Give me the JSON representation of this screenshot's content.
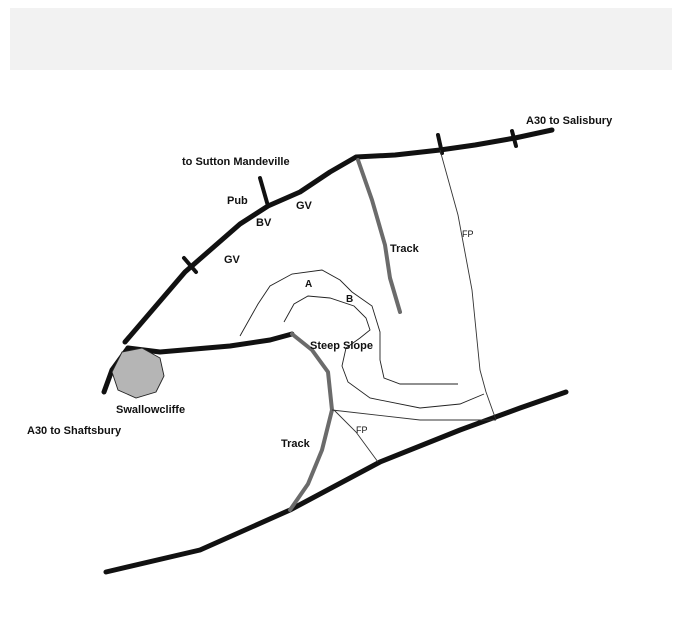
{
  "labels": {
    "salisbury": "A30 to Salisbury",
    "sutton": "to Sutton Mandeville",
    "pub": "Pub",
    "bv": "BV",
    "gv_upper": "GV",
    "gv_lower": "GV",
    "track_upper": "Track",
    "track_lower": "Track",
    "fp_upper": "FP",
    "fp_lower": "FP",
    "a": "A",
    "b": "B",
    "steep": "Steep Slope",
    "swallowcliffe": "Swallowcliffe",
    "shaftsbury": "A30 to Shaftsbury"
  },
  "colors": {
    "road": "#111111",
    "track": "#6b6b6b",
    "village": "#b5b5b5"
  }
}
